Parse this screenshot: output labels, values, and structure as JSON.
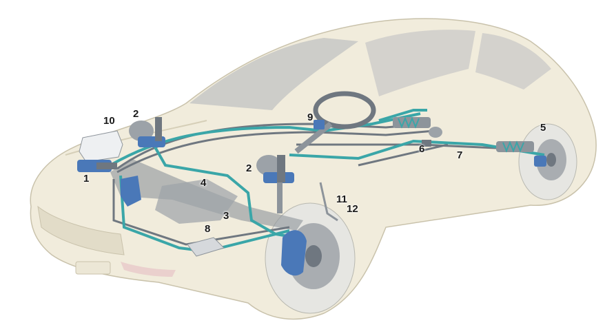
{
  "diagram": {
    "colors": {
      "body": "#f1ecdc",
      "body_outline": "#c9c2ab",
      "glass": "#c7c8c6",
      "hydraulic": "#3aa6a8",
      "pipe_grey": "#6f7780",
      "component_blue": "#4a78b8",
      "metal": "#8d949b",
      "tire": "#e6e6e2"
    },
    "callouts": [
      {
        "id": "1",
        "label": "1"
      },
      {
        "id": "2a",
        "label": "2"
      },
      {
        "id": "2b",
        "label": "2"
      },
      {
        "id": "3",
        "label": "3"
      },
      {
        "id": "4",
        "label": "4"
      },
      {
        "id": "5",
        "label": "5"
      },
      {
        "id": "6",
        "label": "6"
      },
      {
        "id": "7",
        "label": "7"
      },
      {
        "id": "8",
        "label": "8"
      },
      {
        "id": "9",
        "label": "9"
      },
      {
        "id": "10",
        "label": "10"
      },
      {
        "id": "11",
        "label": "11"
      },
      {
        "id": "12",
        "label": "12"
      }
    ]
  }
}
